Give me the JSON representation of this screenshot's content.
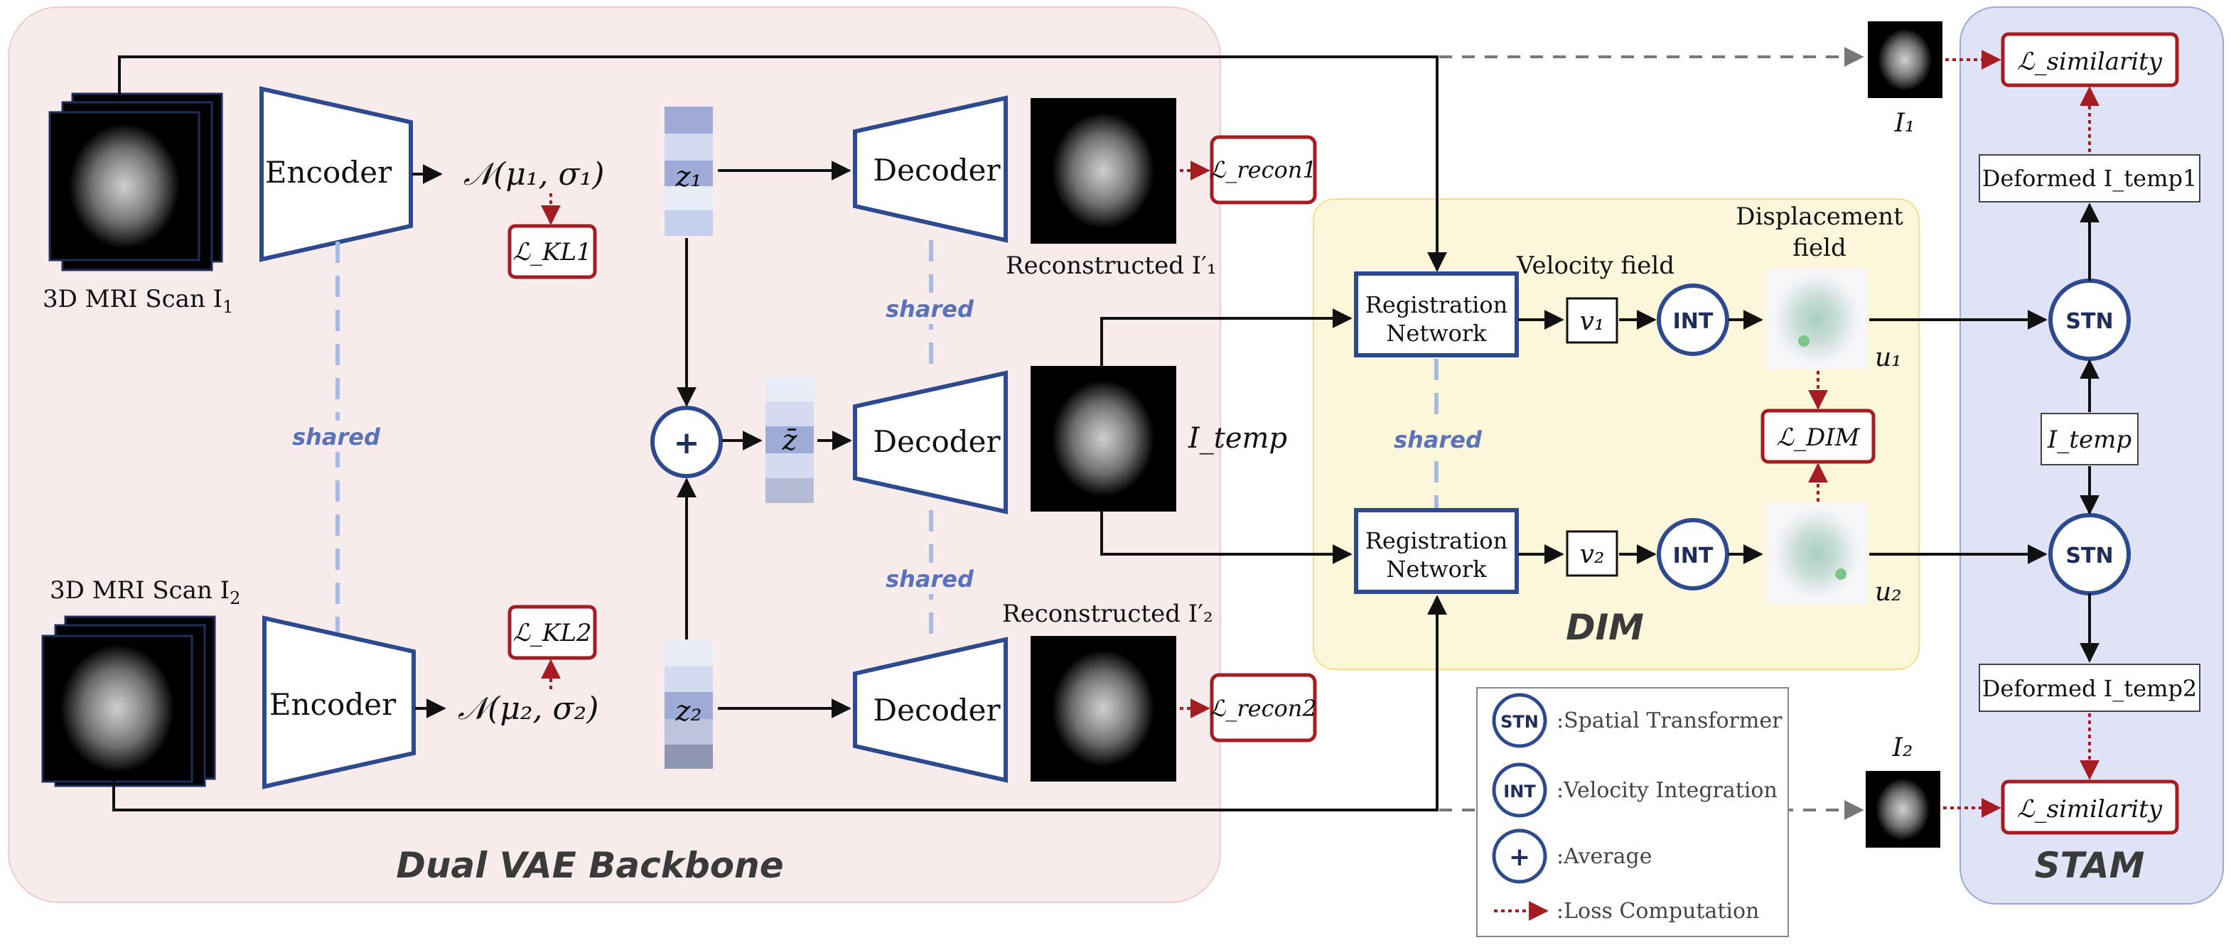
{
  "regions": {
    "vae": "Dual VAE Backbone",
    "dim": "DIM",
    "stam": "STAM"
  },
  "inputs": {
    "scan1": "3D MRI  Scan I",
    "scan1_sub": "1",
    "scan2": "3D MRI Scan I",
    "scan2_sub": "2"
  },
  "blocks": {
    "encoder": "Encoder",
    "decoder": "Decoder",
    "registration_line1": "Registration",
    "registration_line2": "Network",
    "shared": "shared"
  },
  "distributions": {
    "dist1": "𝒩(μ₁, σ₁)",
    "dist2": "𝒩(μ₂, σ₂)"
  },
  "latents": {
    "z1": "z₁",
    "z2": "z₂",
    "zbar": "z̄"
  },
  "losses": {
    "kl1": "ℒ_KL1",
    "kl2": "ℒ_KL2",
    "recon1": "ℒ_recon1",
    "recon2": "ℒ_recon2",
    "dim": "ℒ_DIM",
    "sim1": "ℒ_similarity",
    "sim2": "ℒ_similarity"
  },
  "outputs": {
    "recon1": "Reconstructed I′₁",
    "recon2": "Reconstructed I′₂",
    "itemp": "I_temp",
    "i1": "I₁",
    "i2": "I₂"
  },
  "dim": {
    "velocity": "Velocity field",
    "displacement_line1": "Displacement",
    "displacement_line2": "field",
    "v1": "v₁",
    "v2": "v₂",
    "u1": "u₁",
    "u2": "u₂",
    "int": "INT"
  },
  "stam": {
    "stn": "STN",
    "deformed1": "Deformed I_temp1",
    "deformed2": "Deformed I_temp2",
    "itemp": "I_temp"
  },
  "legend": {
    "stn_sym": "STN",
    "stn_txt": ":Spatial Transformer",
    "int_sym": "INT",
    "int_txt": ":Velocity Integration",
    "avg_sym": "+",
    "avg_txt": ":Average",
    "loss_txt": ":Loss Computation"
  },
  "colors": {
    "vae_bg": "#f8ebeb",
    "dim_bg": "#fcf7db",
    "stam_bg": "#dfe3f5",
    "block_border": "#2e4a8e",
    "loss_border": "#a31d22",
    "shared_text": "#5a72b8"
  }
}
